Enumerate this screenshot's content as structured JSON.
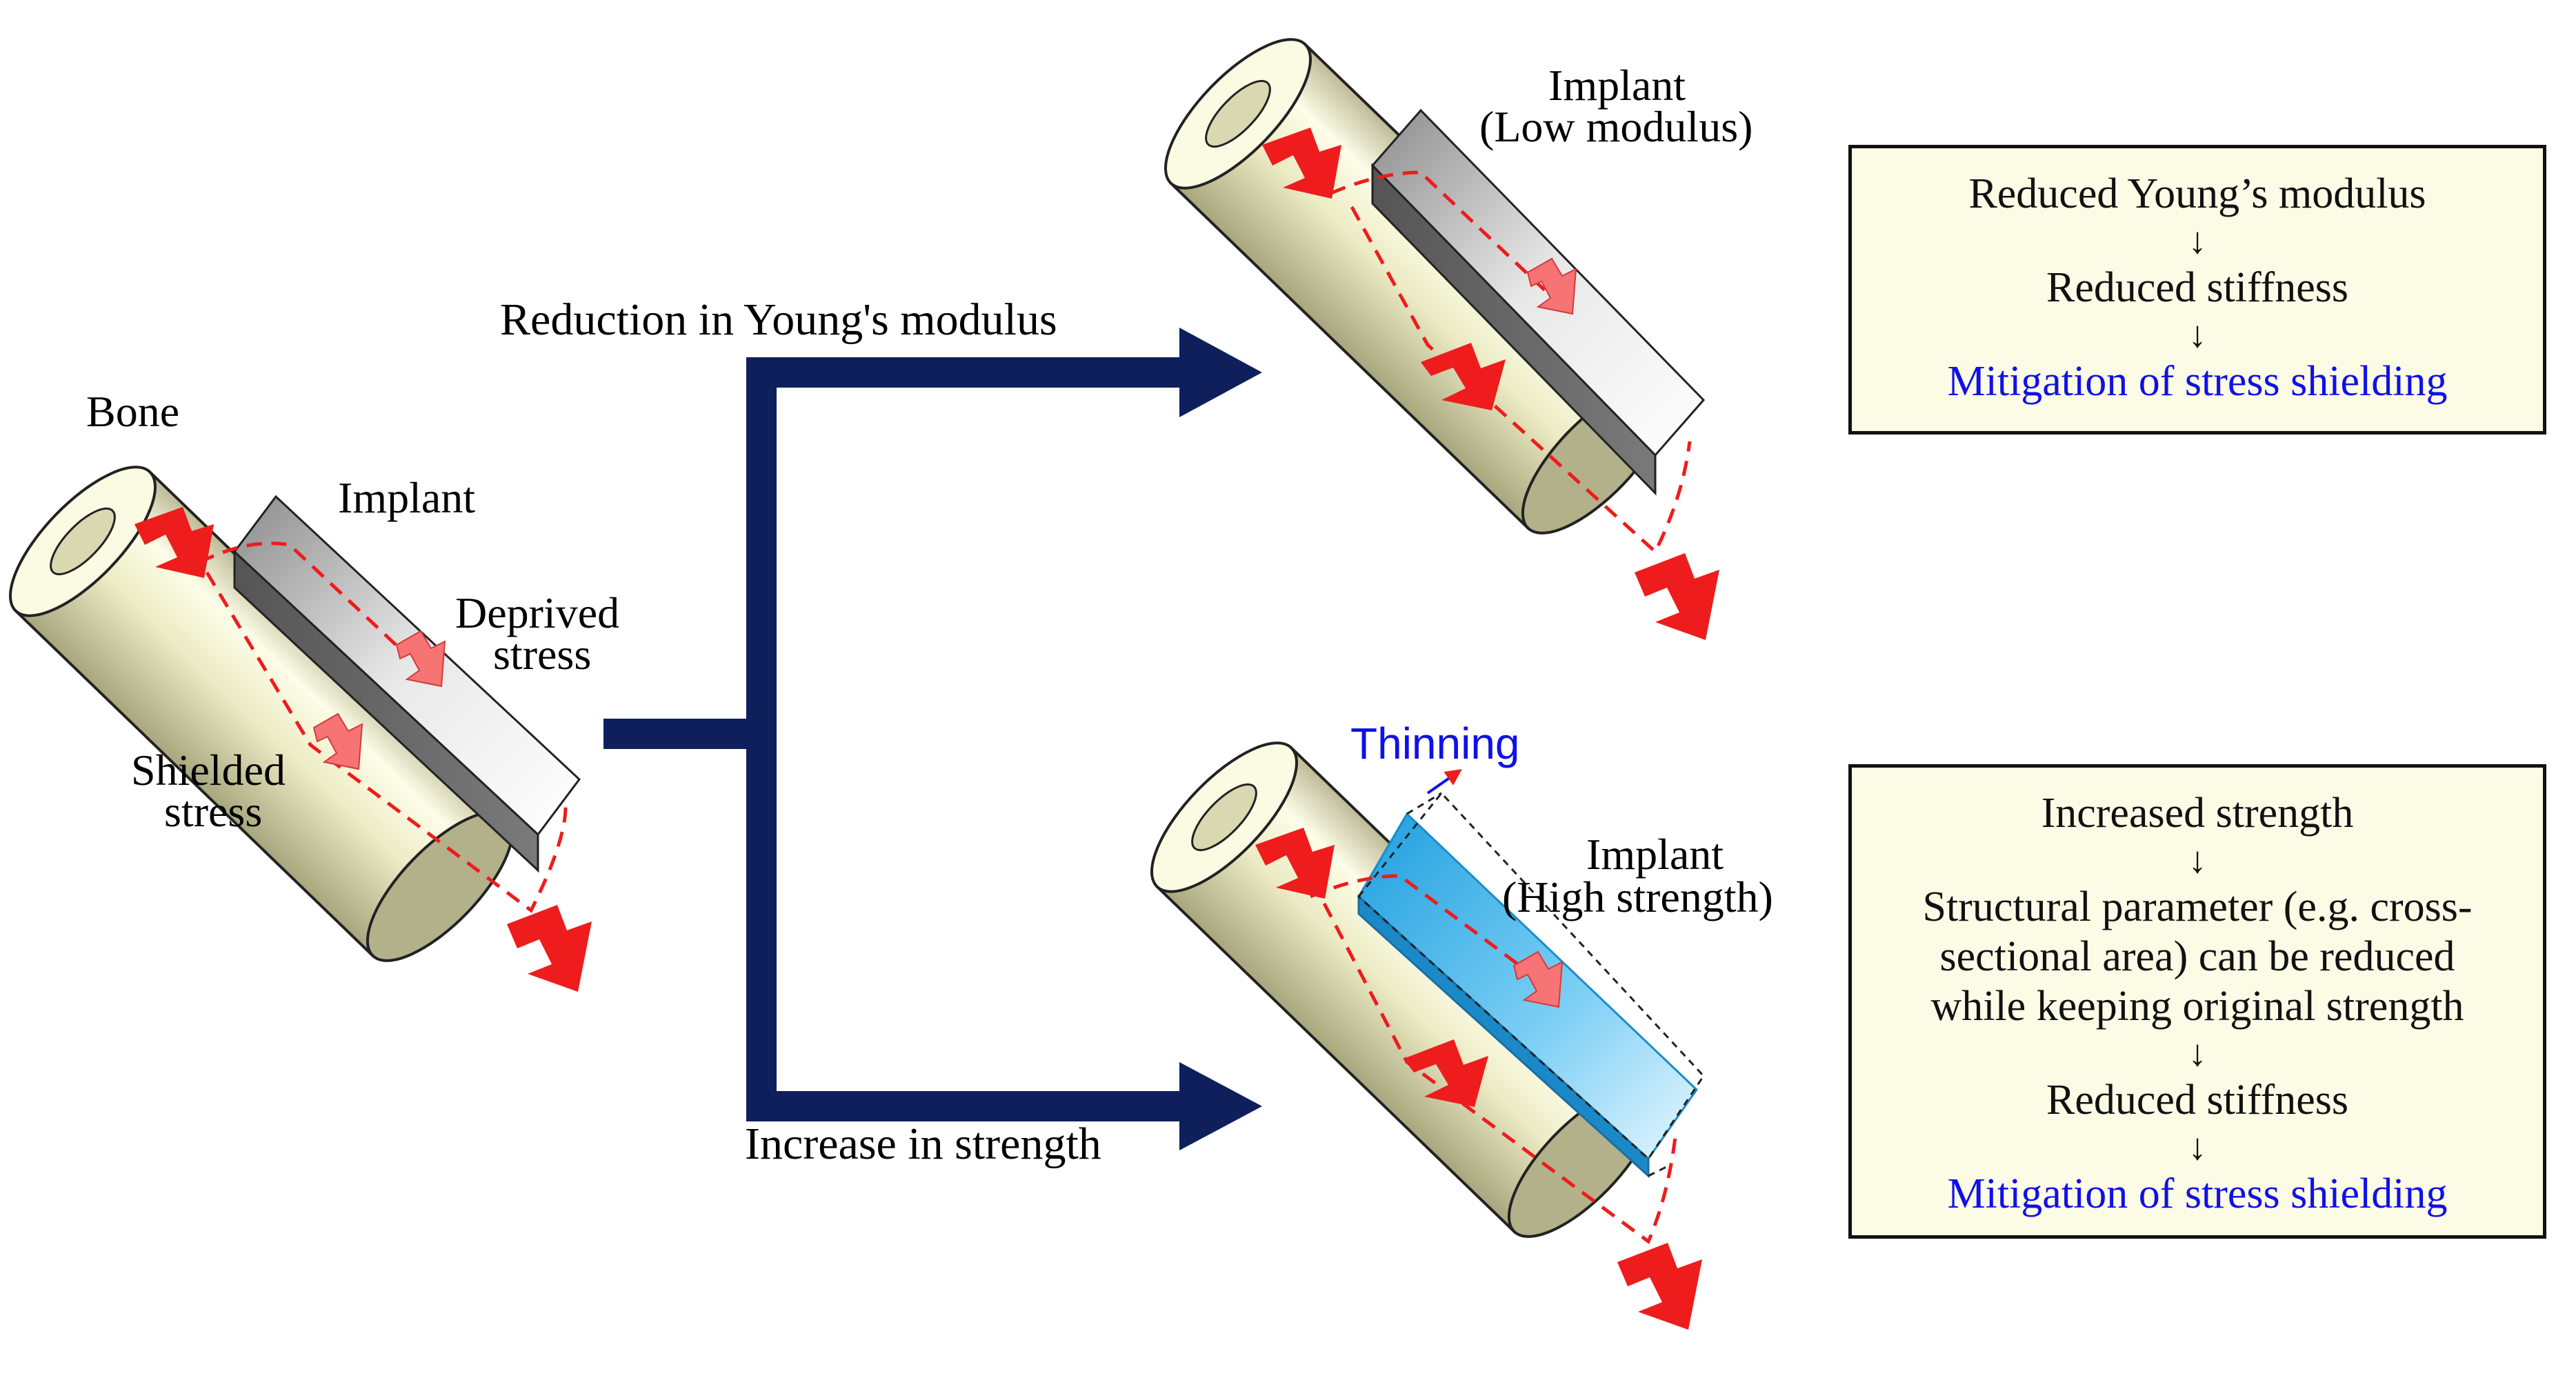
{
  "left_diagram": {
    "bone_label": "Bone",
    "implant_label": "Implant",
    "deprived_label_line1": "Deprived",
    "deprived_label_line2": "stress",
    "shielded_label_line1": "Shielded",
    "shielded_label_line2": "stress"
  },
  "branches": {
    "upper_label": "Reduction in Young's modulus",
    "lower_label": "Increase in strength"
  },
  "top_right_diagram": {
    "implant_label_line1": "Implant",
    "implant_label_line2": "(Low modulus)"
  },
  "bottom_right_diagram": {
    "thinning_label": "Thinning",
    "implant_label_line1": "Implant",
    "implant_label_line2": "(High strength)"
  },
  "box_low_modulus": {
    "step1": "Reduced Young’s modulus",
    "step2": "Reduced stiffness",
    "step3": "Mitigation of stress shielding"
  },
  "box_high_strength": {
    "step1": "Increased strength",
    "step2_line1": "Structural parameter (e.g. cross-",
    "step2_line2": "sectional area) can be reduced",
    "step2_line3": "while keeping original strength",
    "step3": "Reduced stiffness",
    "step4": "Mitigation of stress shielding"
  },
  "glyphs": {
    "down_arrow": "↓"
  },
  "colors": {
    "bone_fill": "#ecebc4",
    "bone_edge": "#222222",
    "implant_grey": "#a4a4a4",
    "implant_blue": "#38aee8",
    "navy_arrow": "#0e1f5c",
    "stress_red": "#ee1c1c",
    "emphasis_blue": "#1010e8"
  }
}
